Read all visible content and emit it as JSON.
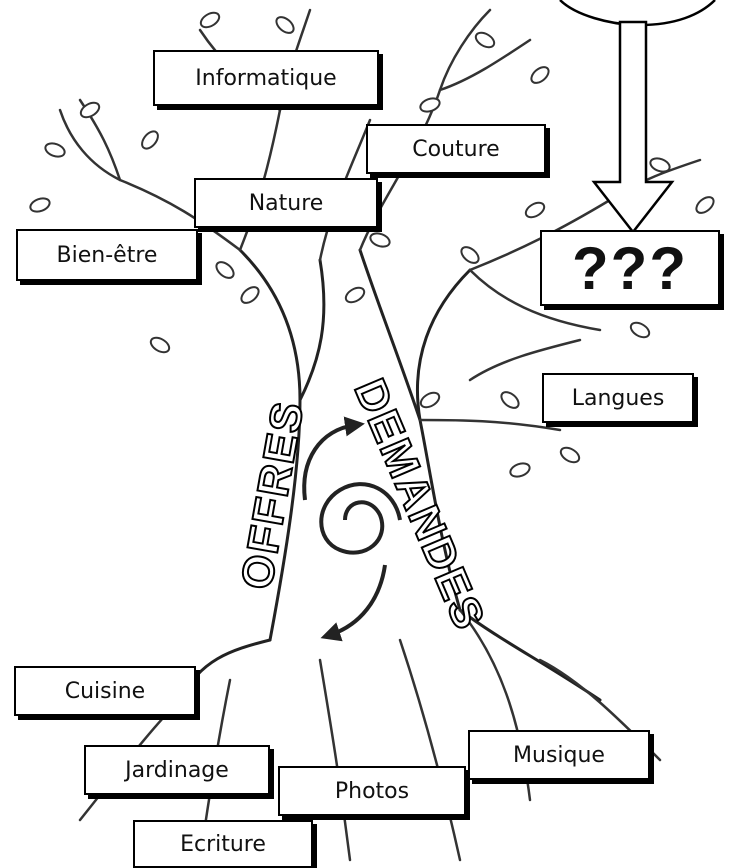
{
  "labels": {
    "informatique": "Informatique",
    "couture": "Couture",
    "nature": "Nature",
    "bien_etre": "Bien-être",
    "unknown": "???",
    "langues": "Langues",
    "cuisine": "Cuisine",
    "musique": "Musique",
    "jardinage": "Jardinage",
    "photos": "Photos",
    "ecriture": "Ecriture"
  },
  "trunk": {
    "offres": "OFFRES",
    "demandes": "DEMANDES"
  }
}
